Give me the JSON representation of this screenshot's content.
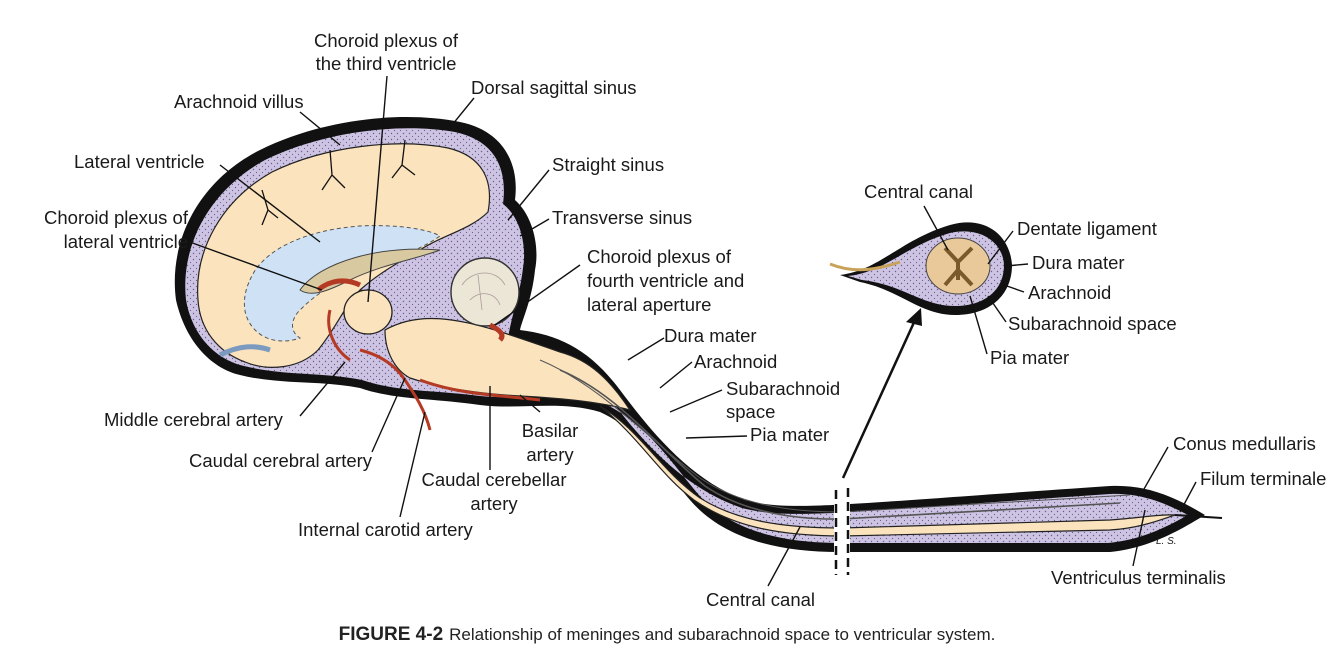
{
  "figure": {
    "number": "FIGURE 4-2",
    "caption": "Relationship of meninges and subarachnoid space to ventricular system."
  },
  "labels": {
    "choroid_third_1": "Choroid plexus of",
    "choroid_third_2": "the third ventricle",
    "arachnoid_villus": "Arachnoid villus",
    "dorsal_sagittal_sinus": "Dorsal sagittal sinus",
    "lateral_ventricle": "Lateral ventricle",
    "straight_sinus": "Straight sinus",
    "choroid_lateral_1": "Choroid plexus of",
    "choroid_lateral_2": "lateral ventricle",
    "transverse_sinus": "Transverse sinus",
    "choroid_fourth_1": "Choroid plexus of",
    "choroid_fourth_2": "fourth ventricle and",
    "choroid_fourth_3": "lateral aperture",
    "dura_mater": "Dura mater",
    "arachnoid": "Arachnoid",
    "subarachnoid_1": "Subarachnoid",
    "subarachnoid_2": "space",
    "pia_mater": "Pia mater",
    "middle_cerebral_artery": "Middle cerebral artery",
    "basilar_1": "Basilar",
    "basilar_2": "artery",
    "caudal_cerebral_artery": "Caudal cerebral artery",
    "caudal_cerebellar_1": "Caudal cerebellar",
    "caudal_cerebellar_2": "artery",
    "internal_carotid_artery": "Internal carotid artery",
    "central_canal_bottom": "Central canal",
    "central_canal_top": "Central canal",
    "dentate_ligament": "Dentate ligament",
    "xs_dura_mater": "Dura mater",
    "xs_arachnoid": "Arachnoid",
    "xs_subarachnoid_space": "Subarachnoid space",
    "xs_pia_mater": "Pia mater",
    "conus_medullaris": "Conus medullaris",
    "filum_terminale": "Filum terminale",
    "ventriculus_terminalis": "Ventriculus terminalis",
    "initials": "L. S."
  },
  "colors": {
    "dura": "#111111",
    "subarachnoid": "#cdc3e3",
    "brain": "#fbe3bd",
    "ventricle": "#cfe2f5",
    "artery": "#b53a23",
    "cerebellum": "#ece6d6",
    "spinal_grey": "#e9c99a"
  }
}
